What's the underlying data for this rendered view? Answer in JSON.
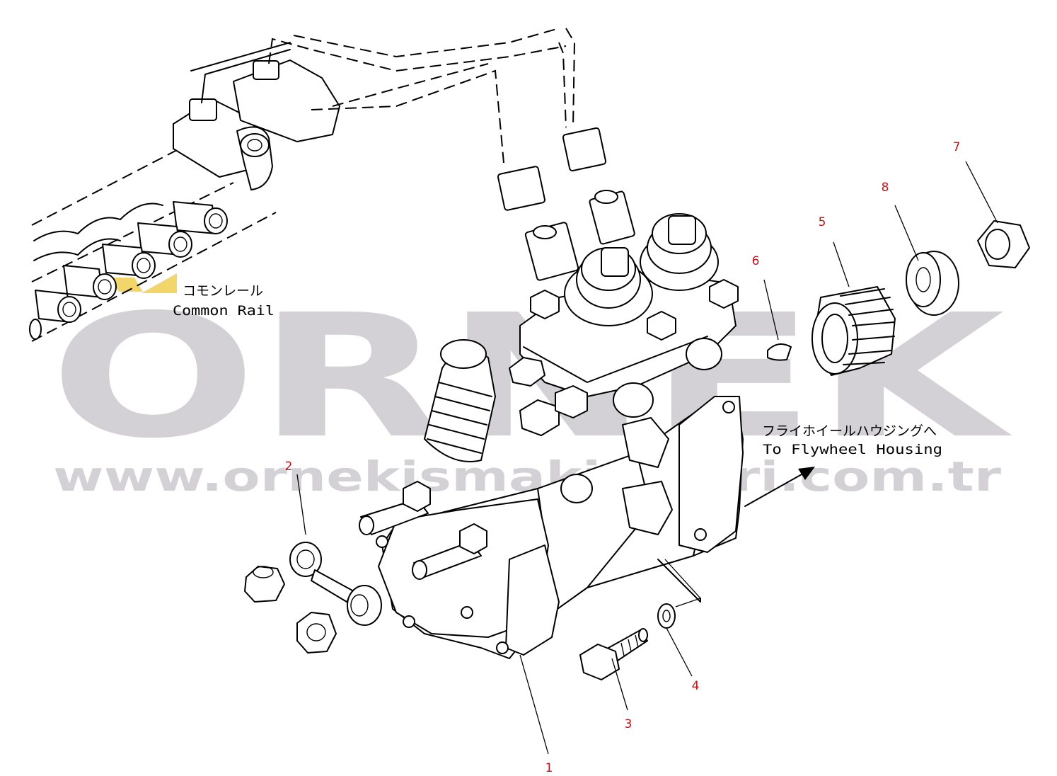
{
  "watermark": {
    "brand": "ORNEK",
    "url": "www.ornekismakinalari.com.tr",
    "accent_color": "#f2d56b",
    "text_color": "#d3d1d6"
  },
  "notes": {
    "common_rail_jp": "コモンレール",
    "common_rail_en": "Common Rail",
    "flywheel_jp": "フライホイールハウジングへ",
    "flywheel_en": "To Flywheel Housing"
  },
  "callouts": [
    "1",
    "2",
    "3",
    "4",
    "5",
    "6",
    "7",
    "8"
  ],
  "colors": {
    "callout": "#c0141c",
    "line": "#000000"
  }
}
